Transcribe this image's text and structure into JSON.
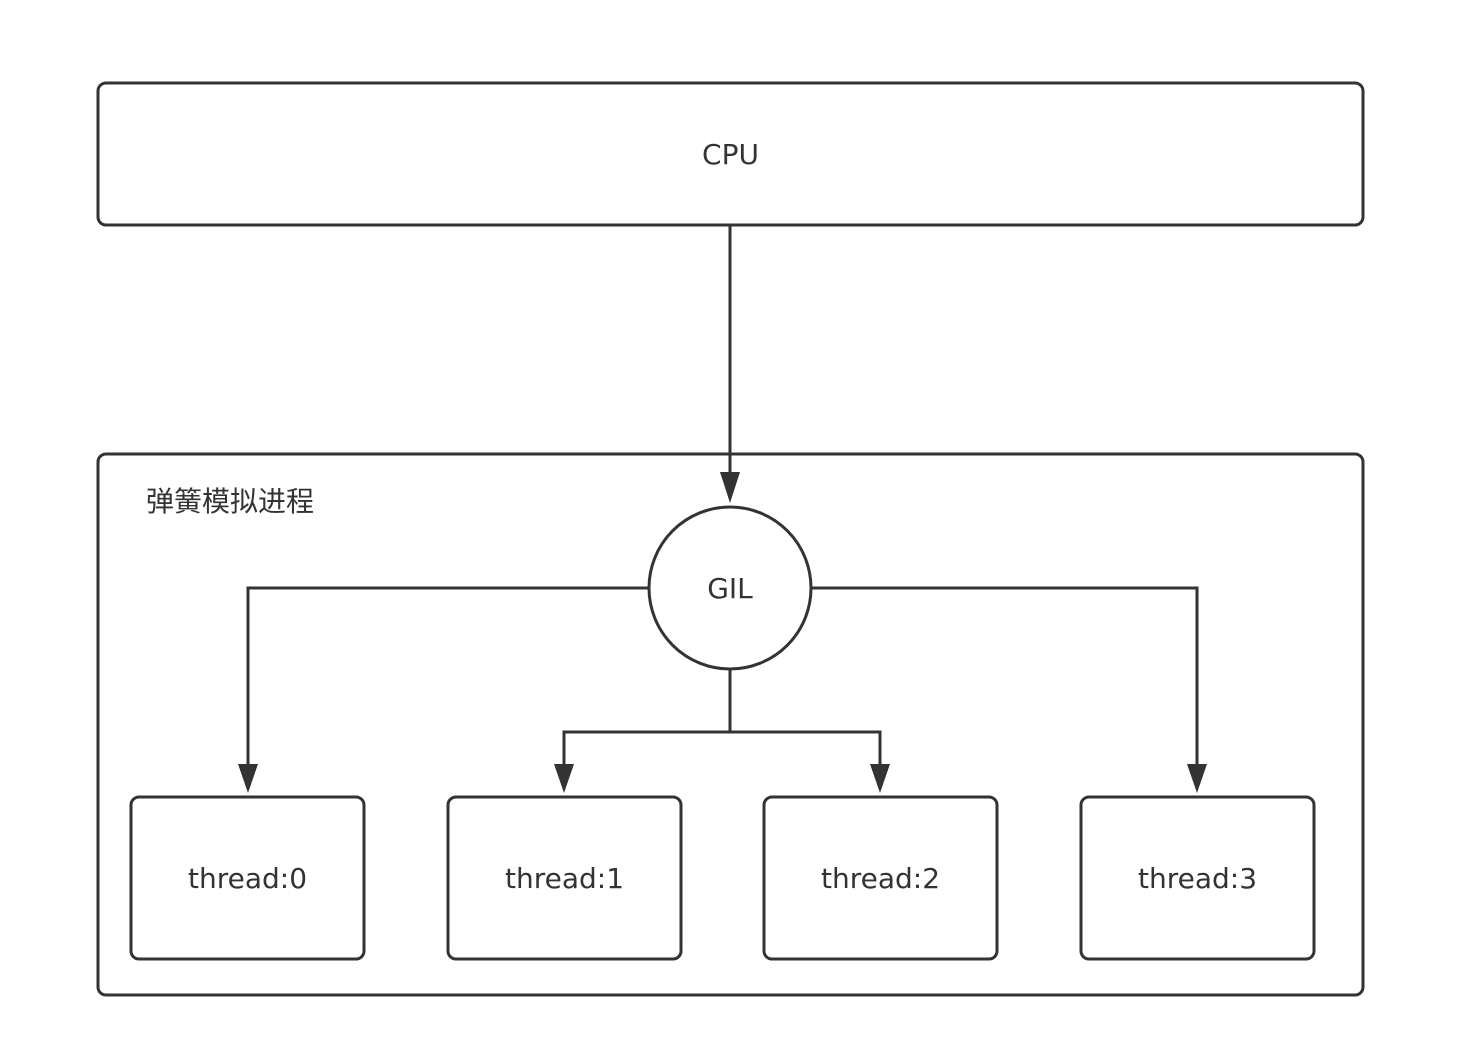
{
  "cpu": {
    "label": "CPU"
  },
  "process": {
    "label": "弹簧模拟进程"
  },
  "gil": {
    "label": "GIL"
  },
  "threads": [
    {
      "label": "thread:0"
    },
    {
      "label": "thread:1"
    },
    {
      "label": "thread:2"
    },
    {
      "label": "thread:3"
    }
  ],
  "colors": {
    "stroke": "#333333",
    "fill": "#ffffff",
    "text": "#333333"
  }
}
